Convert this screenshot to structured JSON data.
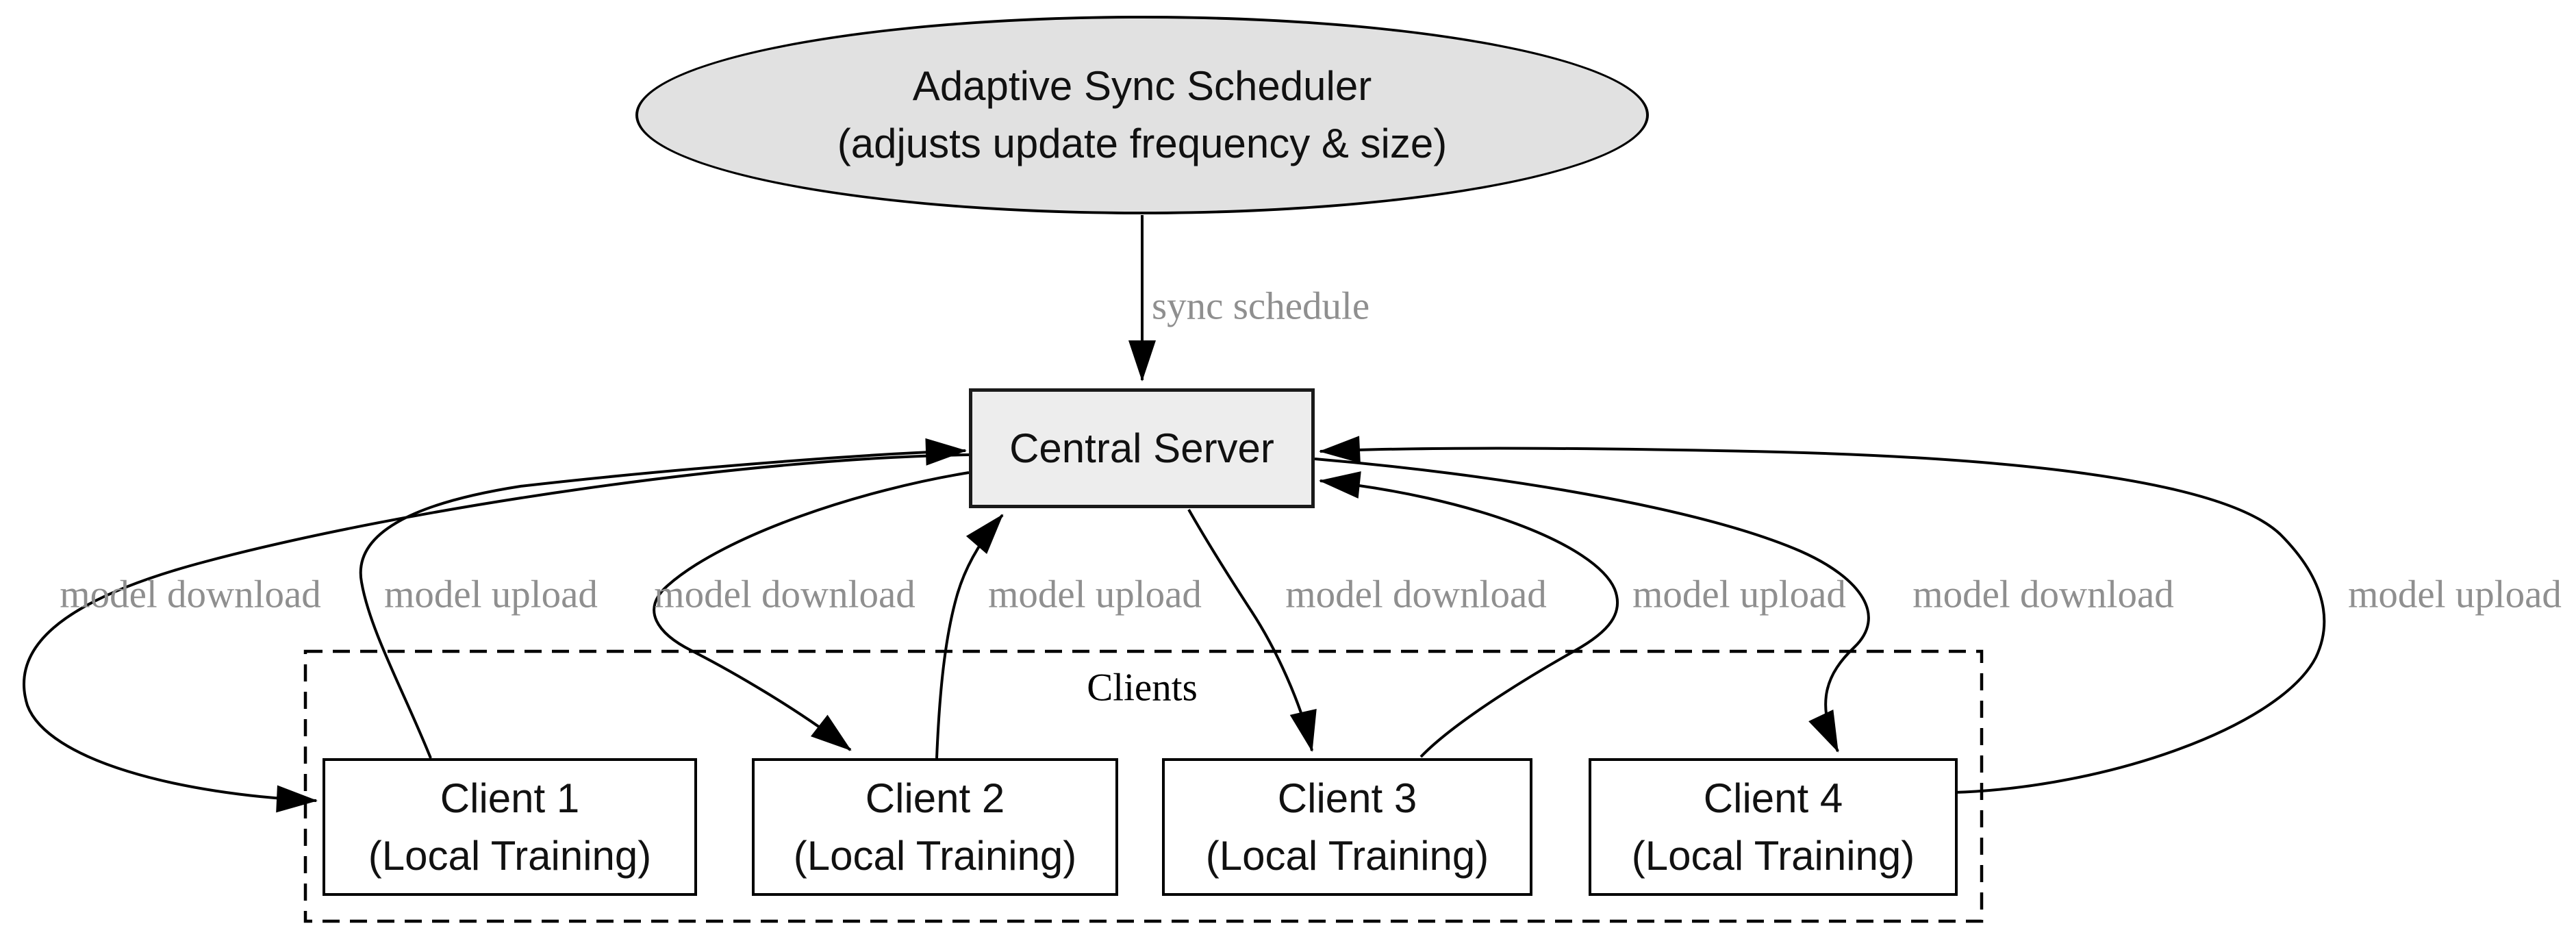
{
  "diagram": {
    "scheduler": {
      "line1": "Adaptive Sync Scheduler",
      "line2": "(adjusts update frequency & size)",
      "fill": "#e1e1e1"
    },
    "server": {
      "label": "Central Server",
      "fill": "#ededed"
    },
    "cluster": {
      "label": "Clients"
    },
    "clients": [
      {
        "line1": "Client 1",
        "line2": "(Local Training)"
      },
      {
        "line1": "Client 2",
        "line2": "(Local Training)"
      },
      {
        "line1": "Client 3",
        "line2": "(Local Training)"
      },
      {
        "line1": "Client 4",
        "line2": "(Local Training)"
      }
    ],
    "edges": [
      {
        "from": "scheduler",
        "to": "server",
        "label": "sync schedule"
      },
      {
        "from": "server",
        "to": "client1",
        "label": "model download"
      },
      {
        "from": "client1",
        "to": "server",
        "label": "model upload"
      },
      {
        "from": "server",
        "to": "client2",
        "label": "model download"
      },
      {
        "from": "client2",
        "to": "server",
        "label": "model upload"
      },
      {
        "from": "server",
        "to": "client3",
        "label": "model download"
      },
      {
        "from": "client3",
        "to": "server",
        "label": "model upload"
      },
      {
        "from": "server",
        "to": "client4",
        "label": "model download"
      },
      {
        "from": "client4",
        "to": "server",
        "label": "model upload"
      }
    ],
    "colors": {
      "background": "#ffffff",
      "edge_line": "#000000",
      "edge_label_text": "#8f8f8f",
      "node_border": "#000000",
      "client_fill": "#ffffff"
    }
  }
}
